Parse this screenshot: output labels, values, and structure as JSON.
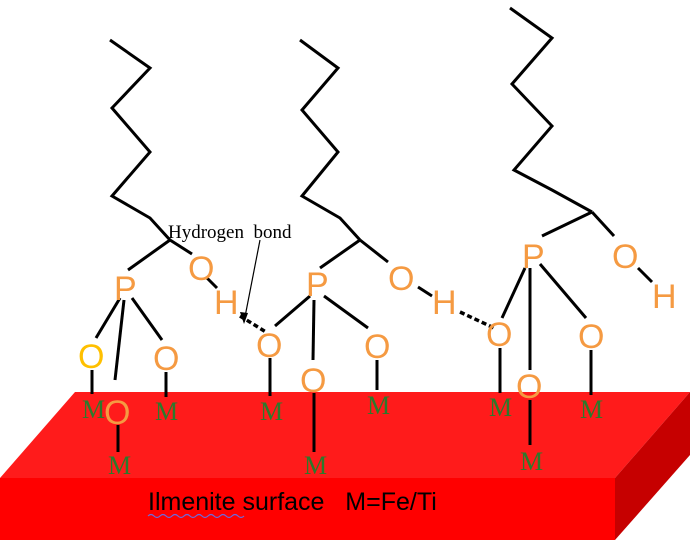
{
  "diagram": {
    "surface_label": "Ilmenite surface   M=Fe/Ti",
    "hydrogen_bond_label": "Hydrogen  bond",
    "atoms": {
      "phosphorus": "P",
      "oxygen": "O",
      "hydrogen": "H",
      "metal": "M"
    },
    "colors": {
      "surface_top": "#ff1b1b",
      "surface_front": "#ff0000",
      "surface_side": "#c60000",
      "atom_orange": "#f59a42",
      "atom_yellow": "#ffc000",
      "metal_green": "#2c7a2c",
      "bond": "#000000",
      "caption_text": "#000000"
    }
  }
}
